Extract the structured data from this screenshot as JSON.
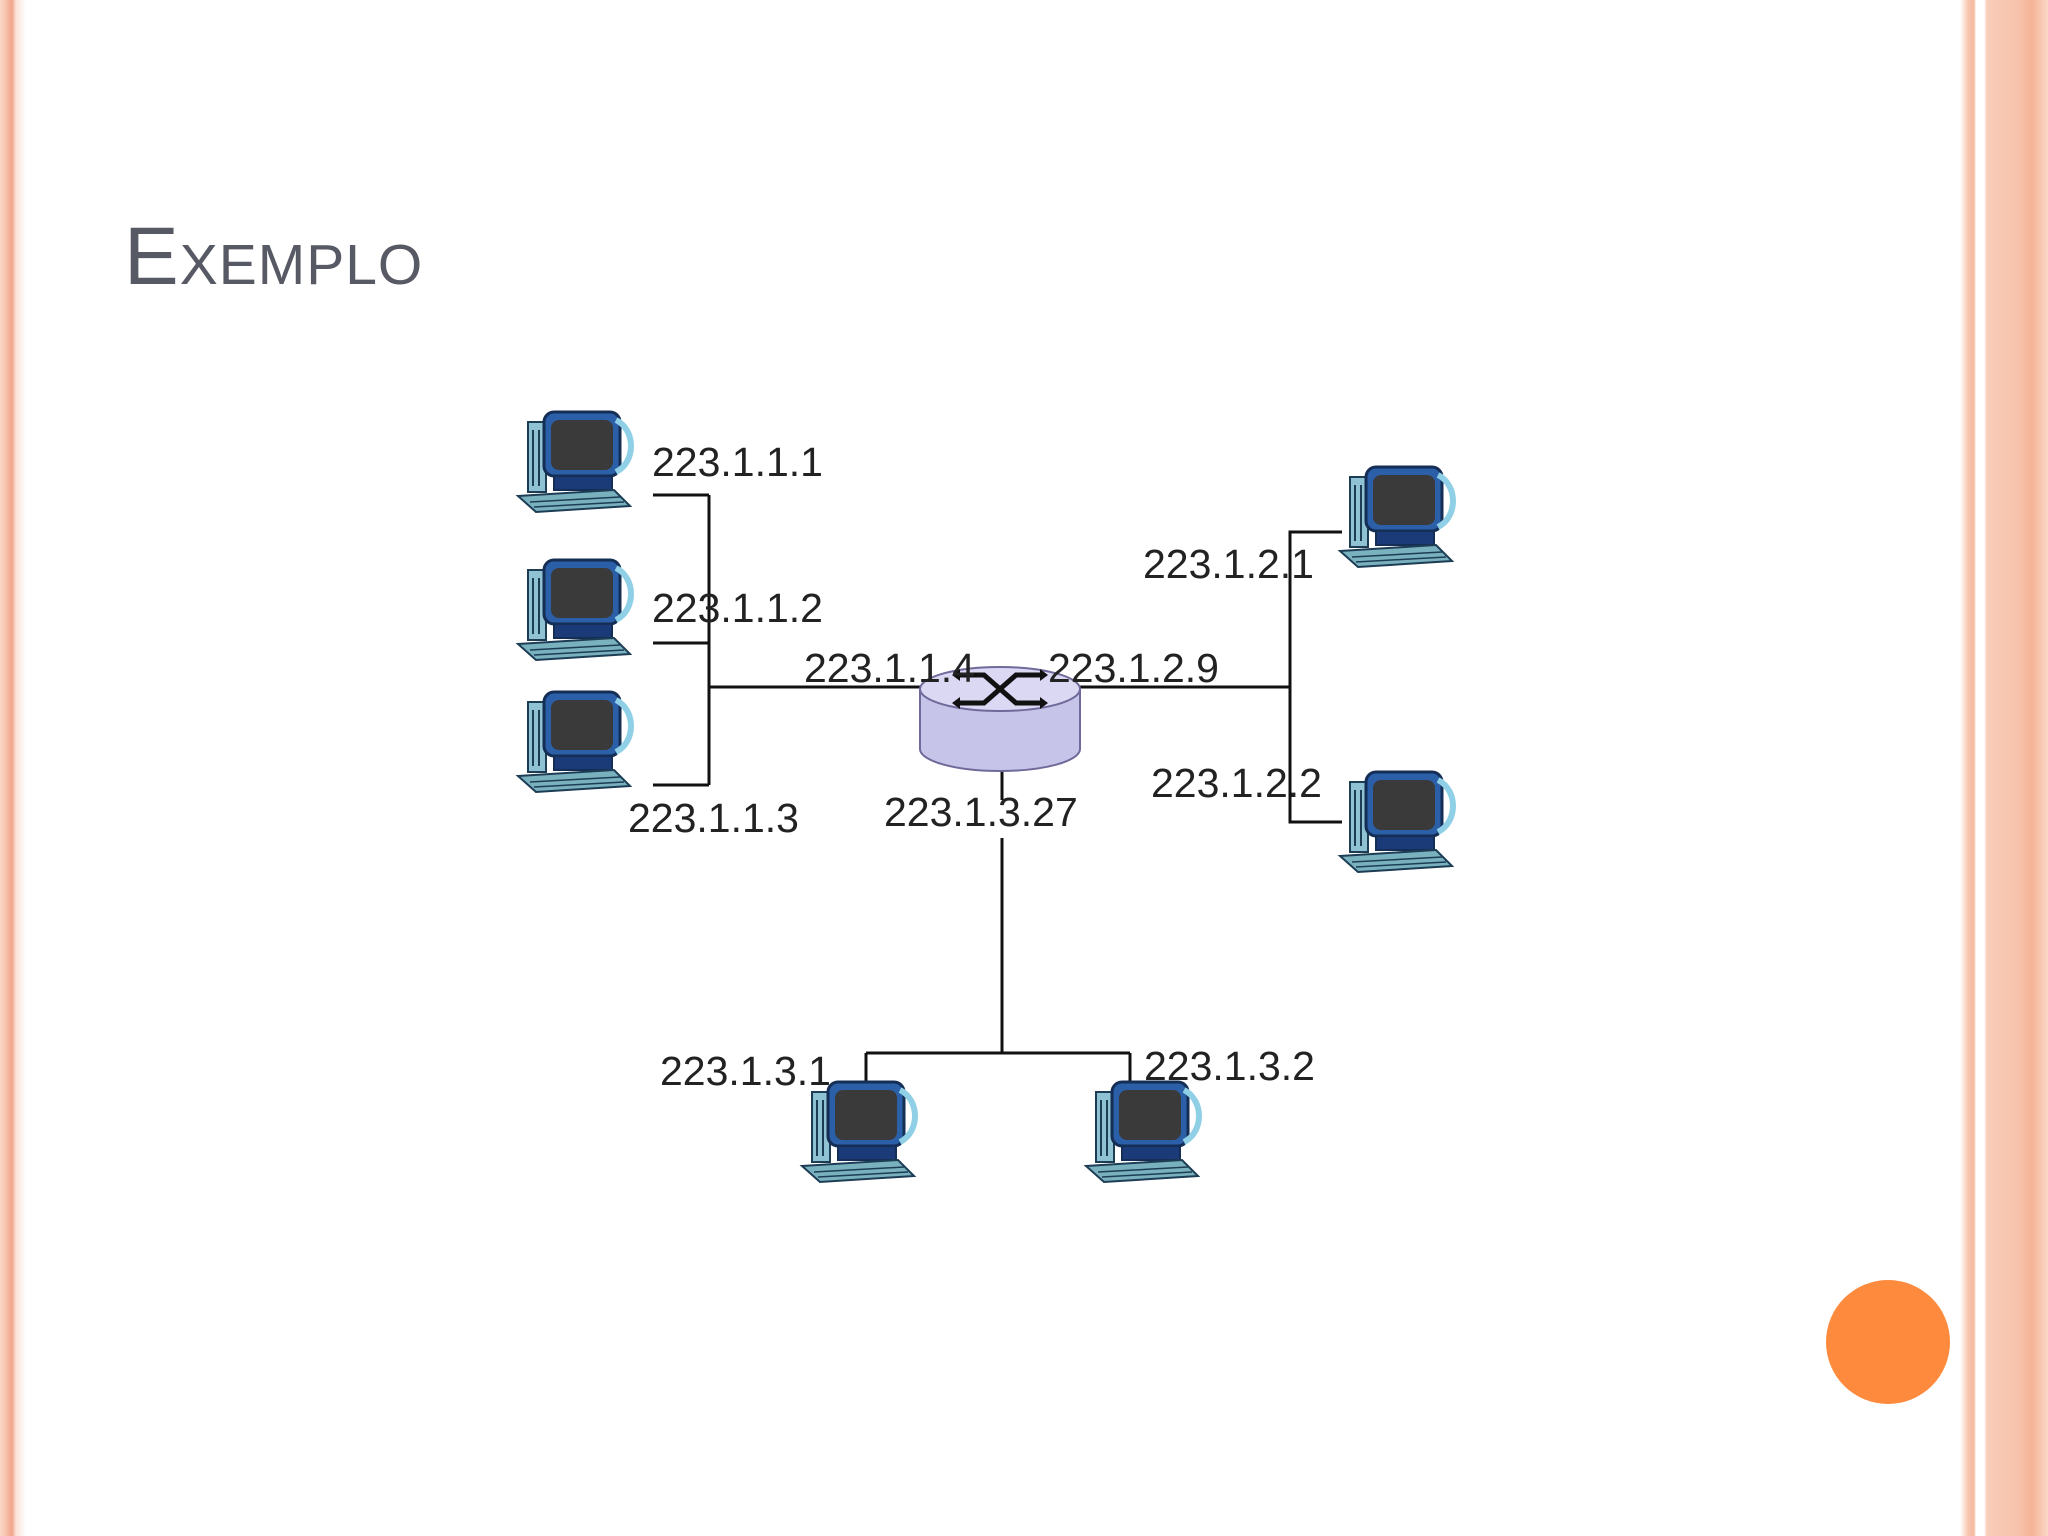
{
  "slide": {
    "title": "Exemplo"
  },
  "theme": {
    "accent_dot": "#fd8a3d",
    "frame": "#f7c3ad",
    "title_color": "#575a65"
  },
  "diagram": {
    "router": {
      "icon": "router-icon"
    },
    "hosts": [
      {
        "id": "h1",
        "ip": "223.1.1.1"
      },
      {
        "id": "h2",
        "ip": "223.1.1.2"
      },
      {
        "id": "h3",
        "ip": "223.1.1.3"
      },
      {
        "id": "h4",
        "ip": "223.1.2.1"
      },
      {
        "id": "h5",
        "ip": "223.1.2.2"
      },
      {
        "id": "h6",
        "ip": "223.1.3.1"
      },
      {
        "id": "h7",
        "ip": "223.1.3.2"
      }
    ],
    "router_interfaces": [
      "223.1.1.4",
      "223.1.2.9",
      "223.1.3.27"
    ]
  }
}
